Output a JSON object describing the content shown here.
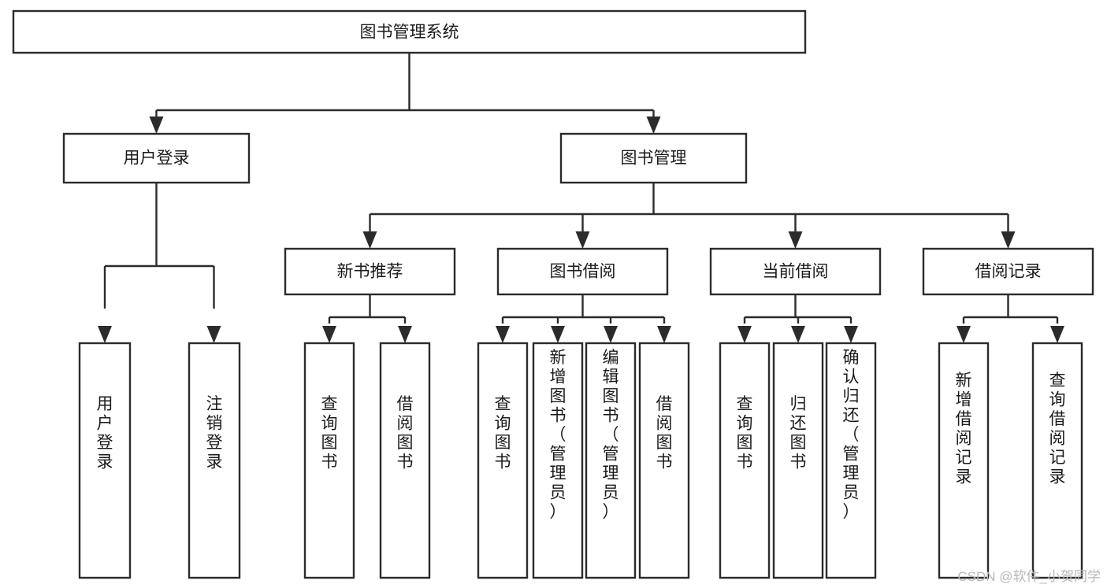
{
  "diagram": {
    "type": "tree-hierarchy",
    "title": "图书管理系统",
    "watermark": "CSDN @软件_小贺同学",
    "style": {
      "box_fill": "#ffffff",
      "box_stroke": "#2b2b2b",
      "line_color": "#2b2b2b",
      "text_color": "#1a1a1a",
      "background": "#ffffff",
      "watermark_color": "#b8b8b8"
    },
    "levels": [
      {
        "level": 1,
        "nodes": [
          {
            "id": "root",
            "label": "图书管理系统",
            "orientation": "horizontal"
          }
        ]
      },
      {
        "level": 2,
        "nodes": [
          {
            "id": "user-login",
            "label": "用户登录",
            "orientation": "horizontal",
            "parent": "root"
          },
          {
            "id": "book-manage",
            "label": "图书管理",
            "orientation": "horizontal",
            "parent": "root"
          }
        ]
      },
      {
        "level": 3,
        "nodes": [
          {
            "id": "new-book-rec",
            "label": "新书推荐",
            "orientation": "horizontal",
            "parent": "book-manage"
          },
          {
            "id": "book-borrow",
            "label": "图书借阅",
            "orientation": "horizontal",
            "parent": "book-manage"
          },
          {
            "id": "current-borrow",
            "label": "当前借阅",
            "orientation": "horizontal",
            "parent": "book-manage"
          },
          {
            "id": "borrow-record",
            "label": "借阅记录",
            "orientation": "horizontal",
            "parent": "book-manage"
          }
        ]
      },
      {
        "level": 4,
        "nodes": [
          {
            "id": "leaf-user-login",
            "label": "用户登录",
            "orientation": "vertical",
            "parent": "user-login"
          },
          {
            "id": "leaf-logout",
            "label": "注销登录",
            "orientation": "vertical",
            "parent": "user-login"
          },
          {
            "id": "leaf-query-book-1",
            "label": "查询图书",
            "orientation": "vertical",
            "parent": "new-book-rec"
          },
          {
            "id": "leaf-borrow-book-1",
            "label": "借阅图书",
            "orientation": "vertical",
            "parent": "new-book-rec"
          },
          {
            "id": "leaf-query-book-2",
            "label": "查询图书",
            "orientation": "vertical",
            "parent": "book-borrow"
          },
          {
            "id": "leaf-add-book",
            "label": "新增图书（管理员）",
            "orientation": "vertical",
            "parent": "book-borrow"
          },
          {
            "id": "leaf-edit-book",
            "label": "编辑图书（管理员）",
            "orientation": "vertical",
            "parent": "book-borrow"
          },
          {
            "id": "leaf-borrow-book-2",
            "label": "借阅图书",
            "orientation": "vertical",
            "parent": "book-borrow"
          },
          {
            "id": "leaf-query-book-3",
            "label": "查询图书",
            "orientation": "vertical",
            "parent": "current-borrow"
          },
          {
            "id": "leaf-return-book",
            "label": "归还图书",
            "orientation": "vertical",
            "parent": "current-borrow"
          },
          {
            "id": "leaf-confirm-return",
            "label": "确认归还（管理员）",
            "orientation": "vertical",
            "parent": "current-borrow"
          },
          {
            "id": "leaf-add-record",
            "label": "新增借阅记录",
            "orientation": "vertical",
            "parent": "borrow-record"
          },
          {
            "id": "leaf-query-record",
            "label": "查询借阅记录",
            "orientation": "vertical",
            "parent": "borrow-record"
          }
        ]
      }
    ]
  }
}
